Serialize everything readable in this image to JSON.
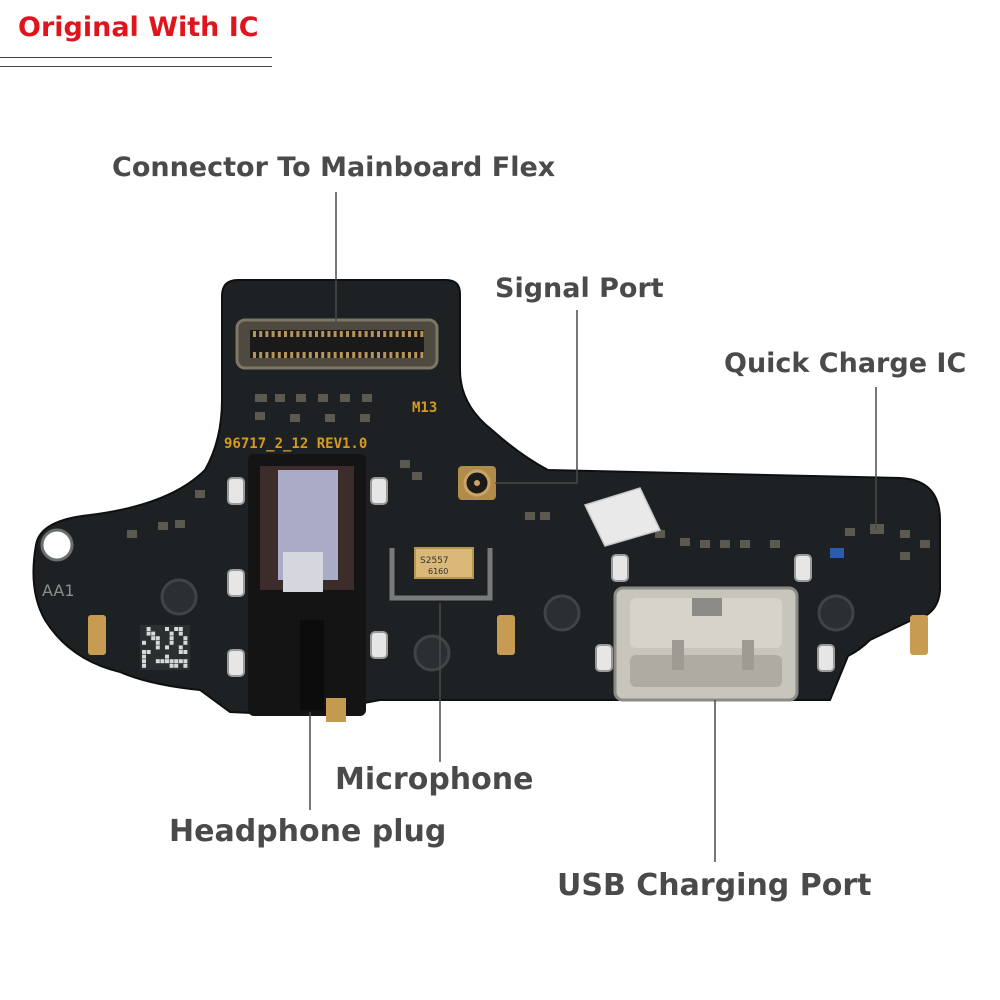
{
  "header": {
    "title": "Original With IC"
  },
  "labels": {
    "connector": "Connector To Mainboard Flex",
    "signal": "Signal Port",
    "quick_charge": "Quick Charge IC",
    "microphone": "Microphone",
    "headphone": "Headphone plug",
    "usb": "USB Charging Port"
  },
  "board_markings": {
    "rev": "96717_2_12 REV1.0",
    "model": "M13",
    "corner": "AA1",
    "mic_code_1": "S2557",
    "mic_code_2": "6160"
  },
  "colors": {
    "header_text": "#e0141c",
    "label_text": "#4a4a4a",
    "pcb": "#1d2123",
    "silkscreen": "#d89a1c"
  }
}
